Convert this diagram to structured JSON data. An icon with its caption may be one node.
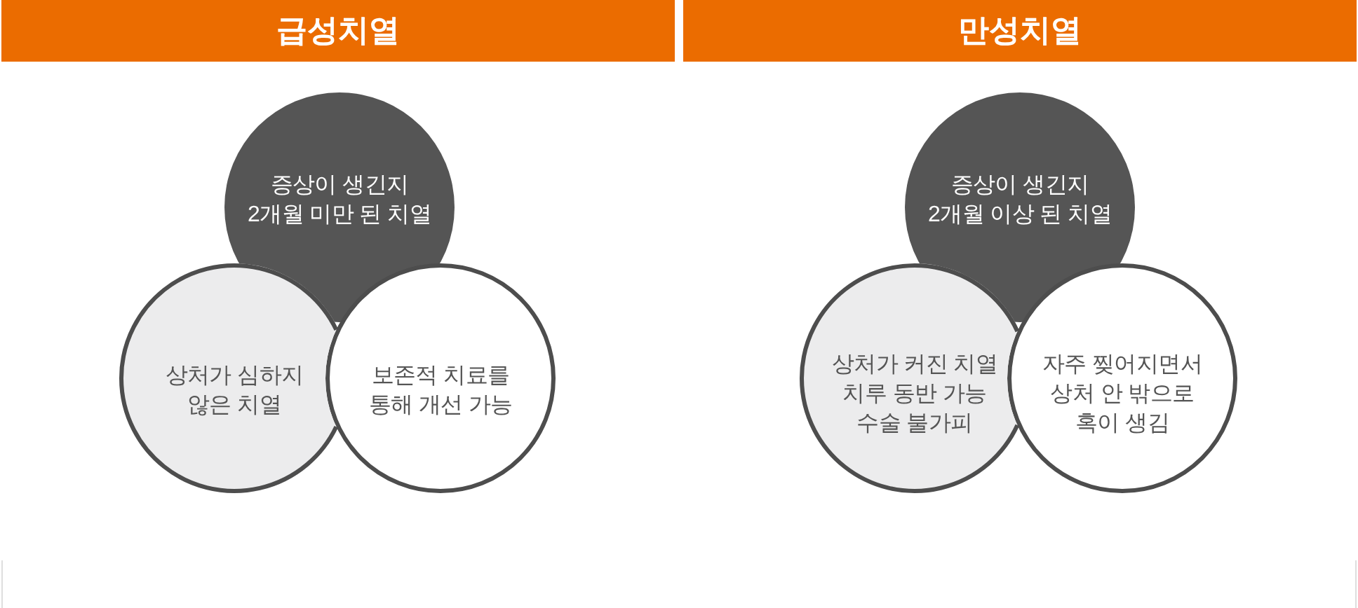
{
  "diagram": {
    "nodes": [
      {
        "text": [
          "급성치열"
        ]
      },
      {
        "text": [
          "증상이 생긴지 2개월 미만 된 치열"
        ]
      },
      {
        "text": [
          "상처가 심하지 않은 치열"
        ]
      },
      {
        "text": [
          "보존적 치료를 통해 개선 가능"
        ]
      },
      {
        "text": [
          "만성치열"
        ]
      },
      {
        "text": [
          "증상이 생긴지 2개월 이상 된 치열"
        ]
      },
      {
        "text": [
          "상처가 커진 치열 치루 동반 가능 수술 불가피"
        ]
      },
      {
        "text": [
          "자주 찢어지면서 상처 안 밖으로 혹이 생김"
        ]
      }
    ]
  }
}
